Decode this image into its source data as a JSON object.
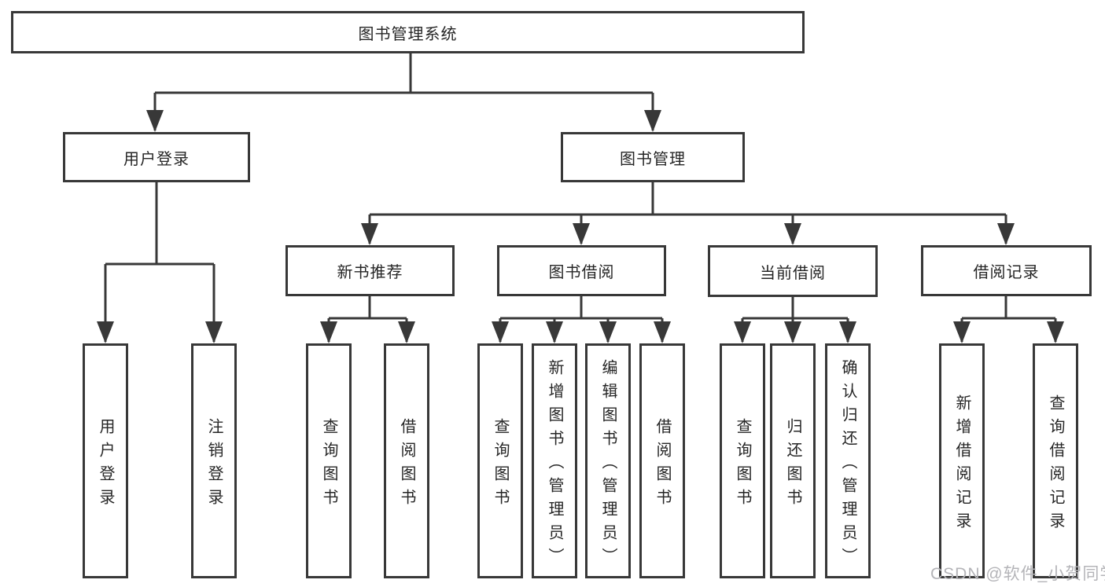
{
  "tree": {
    "root": {
      "label": "图书管理系统",
      "children": [
        {
          "label": "用户登录",
          "children": [
            {
              "label": "用户登录"
            },
            {
              "label": "注销登录"
            }
          ]
        },
        {
          "label": "图书管理",
          "children": [
            {
              "label": "新书推荐",
              "children": [
                {
                  "label": "查询图书"
                },
                {
                  "label": "借阅图书"
                }
              ]
            },
            {
              "label": "图书借阅",
              "children": [
                {
                  "label": "查询图书"
                },
                {
                  "label": "新增图书（管理员）"
                },
                {
                  "label": "编辑图书（管理员）"
                },
                {
                  "label": "借阅图书"
                }
              ]
            },
            {
              "label": "当前借阅",
              "children": [
                {
                  "label": "查询图书"
                },
                {
                  "label": "归还图书"
                },
                {
                  "label": "确认归还（管理员）"
                }
              ]
            },
            {
              "label": "借阅记录",
              "children": [
                {
                  "label": "新增借阅记录"
                },
                {
                  "label": "查询借阅记录"
                }
              ]
            }
          ]
        }
      ]
    }
  },
  "watermark": {
    "text": "CSDN @软件_小贺同学"
  },
  "colors": {
    "line": "#383838",
    "box_border": "#383838",
    "text": "#262626",
    "watermark": "#b4b4b8",
    "background": "#ffffff"
  }
}
